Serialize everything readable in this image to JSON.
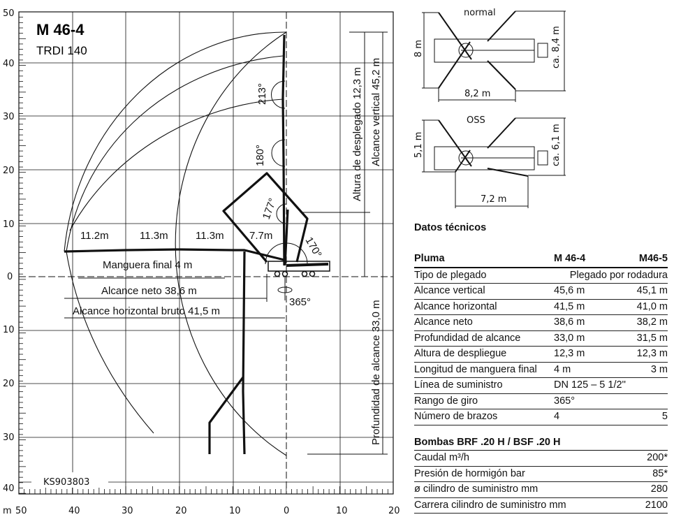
{
  "chart": {
    "model": "M 46-4",
    "engine": "TRDI 140",
    "code": "KS903803",
    "unit": "m",
    "y_ticks_up": [
      "50",
      "40",
      "30",
      "20",
      "10",
      "0"
    ],
    "y_ticks_down": [
      "10",
      "20",
      "30",
      "40"
    ],
    "x_ticks": [
      "50",
      "40",
      "30",
      "20",
      "10",
      "0",
      "10",
      "20"
    ],
    "segments": [
      "11.2m",
      "11.3m",
      "11.3m",
      "7.7m"
    ],
    "angles": [
      "213°",
      "180°",
      "177°",
      "170°",
      "365°"
    ],
    "labels": {
      "hose": "Manguera final 4 m",
      "net_reach": "Alcance neto 38,6 m",
      "gross_reach": "Alcance horizontal bruto 41,5 m",
      "unfold_height": "Altura de desplegado 12,3 m",
      "vertical_reach": "Alcance vertical 45,2 m",
      "depth": "Profundidad de alcance 33,0 m"
    }
  },
  "outriggers": {
    "normal": {
      "title": "normal",
      "width": "8 m",
      "length": "8,2 m",
      "overall": "ca. 8,4 m"
    },
    "oss": {
      "title": "OSS",
      "width": "5,1 m",
      "length": "7,2 m",
      "overall": "ca. 6,1 m"
    }
  },
  "datos": {
    "title": "Datos técnicos",
    "header": [
      "Pluma",
      "M 46-4",
      "M46-5"
    ],
    "fold_type": {
      "label": "Tipo de plegado",
      "value": "Plegado por rodadura"
    },
    "rows": [
      [
        "Alcance vertical",
        "45,6 m",
        "45,1 m"
      ],
      [
        "Alcance horizontal",
        "41,5 m",
        "41,0 m"
      ],
      [
        "Alcance neto",
        "38,6 m",
        "38,2 m"
      ],
      [
        "Profundidad de alcance",
        "33,0 m",
        "31,5 m"
      ],
      [
        "Altura de despliegue",
        "12,3 m",
        "12,3 m"
      ],
      [
        "Longitud de manguera final",
        "4 m",
        "3 m"
      ],
      [
        "Línea de suministro",
        "DN 125 – 5 1/2''",
        ""
      ],
      [
        "Rango de giro",
        "365°",
        ""
      ],
      [
        "Número de brazos",
        "4",
        "5"
      ]
    ]
  },
  "bombas": {
    "title": "Bombas BRF .20 H / BSF .20 H",
    "rows": [
      [
        "Caudal m³/h",
        "200*"
      ],
      [
        "Presión de hormigón bar",
        "85*"
      ],
      [
        "ø cilindro de suministro mm",
        "280"
      ],
      [
        "Carrera cilindro de suministro mm",
        "2100"
      ]
    ]
  }
}
